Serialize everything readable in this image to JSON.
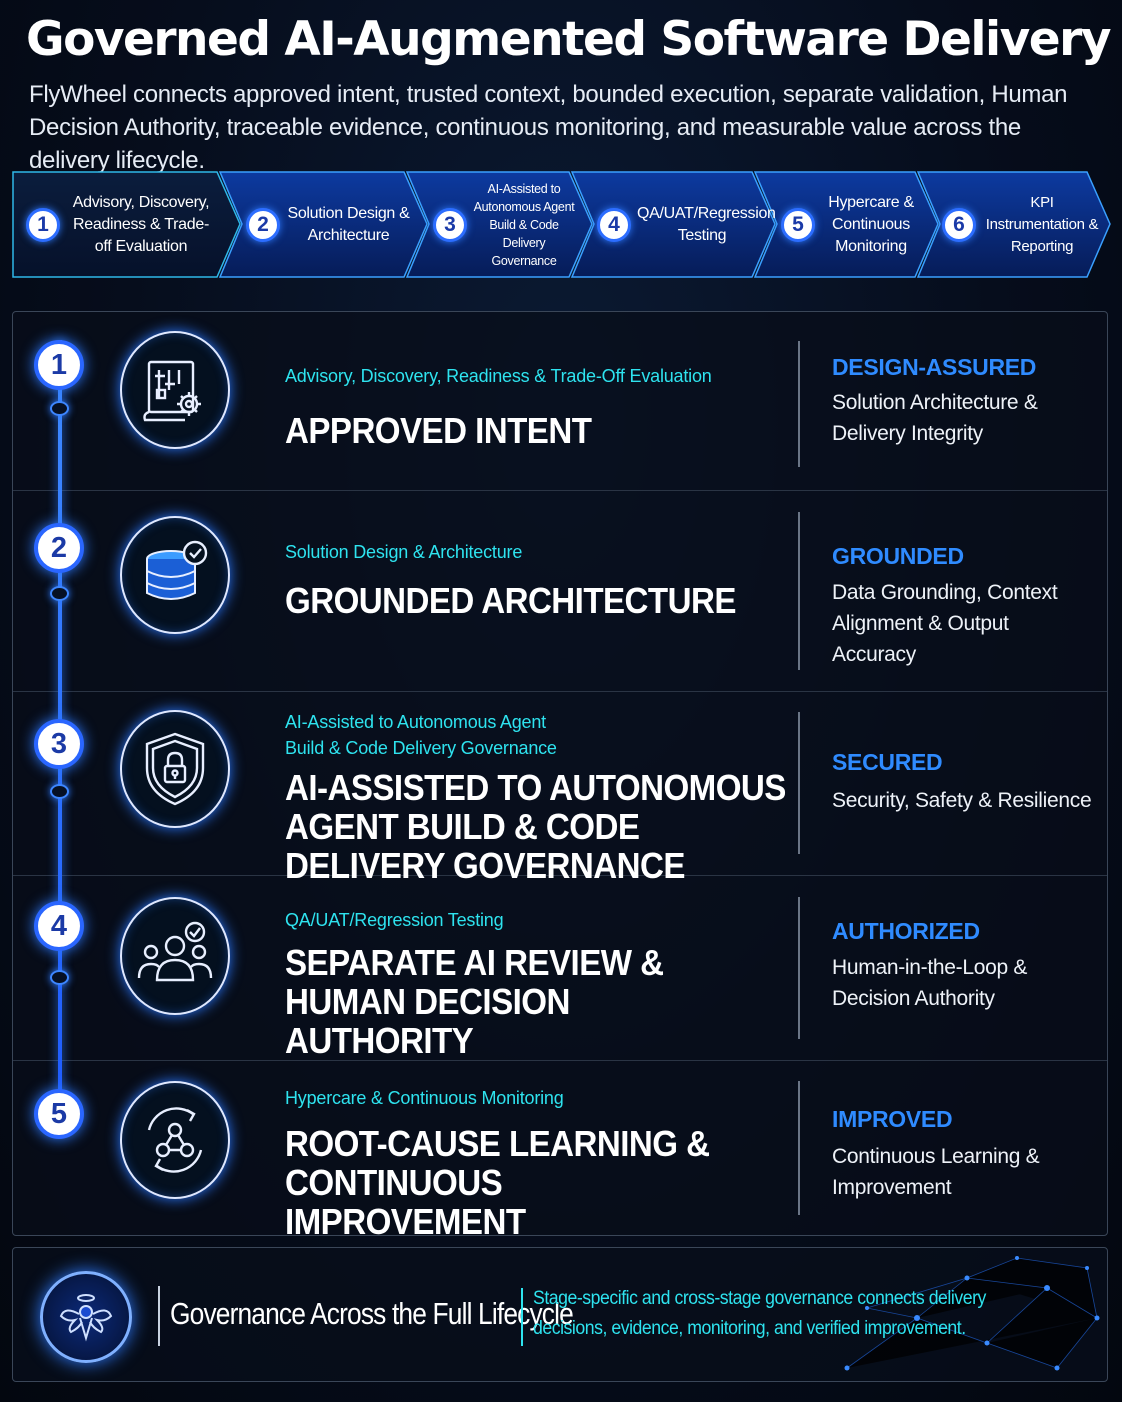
{
  "header": {
    "title": "Governed AI-Augmented Software Delivery",
    "subtitle": "FlyWheel connects approved intent, trusted context, bounded execution, separate validation, Human Decision Authority, traceable evidence, continuous monitoring, and measurable value across the delivery lifecycle."
  },
  "stages": [
    {
      "number": "1",
      "label": "Advisory, Discovery, Readiness & Trade-off Evaluation"
    },
    {
      "number": "2",
      "label": "Solution Design & Architecture"
    },
    {
      "number": "3",
      "label": "AI-Assisted to Autonomous Agent Build & Code Delivery Governance"
    },
    {
      "number": "4",
      "label": "QA/UAT/Regression Testing"
    },
    {
      "number": "5",
      "label": "Hypercare & Continuous Monitoring"
    },
    {
      "number": "6",
      "label": "KPI Instrumentation & Reporting"
    }
  ],
  "rows": [
    {
      "number": "1",
      "icon": "blueprint-gear-icon",
      "kicker": "Advisory, Discovery, Readiness & Trade-Off Evaluation",
      "headline": "APPROVED INTENT",
      "tag": "DESIGN-ASSURED",
      "description": "Solution Architecture & Delivery Integrity"
    },
    {
      "number": "2",
      "icon": "database-check-icon",
      "kicker": "Solution Design & Architecture",
      "headline": "GROUNDED ARCHITECTURE",
      "tag": "GROUNDED",
      "description": "Data Grounding, Context Alignment & Output Accuracy"
    },
    {
      "number": "3",
      "icon": "shield-lock-icon",
      "kicker": "AI-Assisted to Autonomous Agent Build & Code Delivery Governance",
      "headline": "AI-ASSISTED TO AUTONOMOUS AGENT BUILD & CODE DELIVERY GOVERNANCE",
      "tag": "SECURED",
      "description": "Security, Safety & Resilience"
    },
    {
      "number": "4",
      "icon": "people-check-icon",
      "kicker": "QA/UAT/Regression Testing",
      "headline": "SEPARATE AI REVIEW & HUMAN DECISION AUTHORITY",
      "tag": "AUTHORIZED",
      "description": "Human-in-the-Loop & Decision Authority"
    },
    {
      "number": "5",
      "icon": "cycle-network-icon",
      "kicker": "Hypercare & Continuous Monitoring",
      "headline": "ROOT-CAUSE LEARNING & CONTINUOUS IMPROVEMENT",
      "tag": "IMPROVED",
      "description": "Continuous Learning & Improvement"
    }
  ],
  "footer": {
    "icon": "winged-logo-icon",
    "title": "Governance Across the Full Lifecycle",
    "text": "Stage-specific and cross-stage governance connects delivery decisions, evidence, monitoring, and verified improvement."
  },
  "colors": {
    "accent_cyan": "#2ee3ef",
    "accent_blue": "#2f8bff",
    "stage_fill": "#0a2a78",
    "background": "#060d1c"
  }
}
